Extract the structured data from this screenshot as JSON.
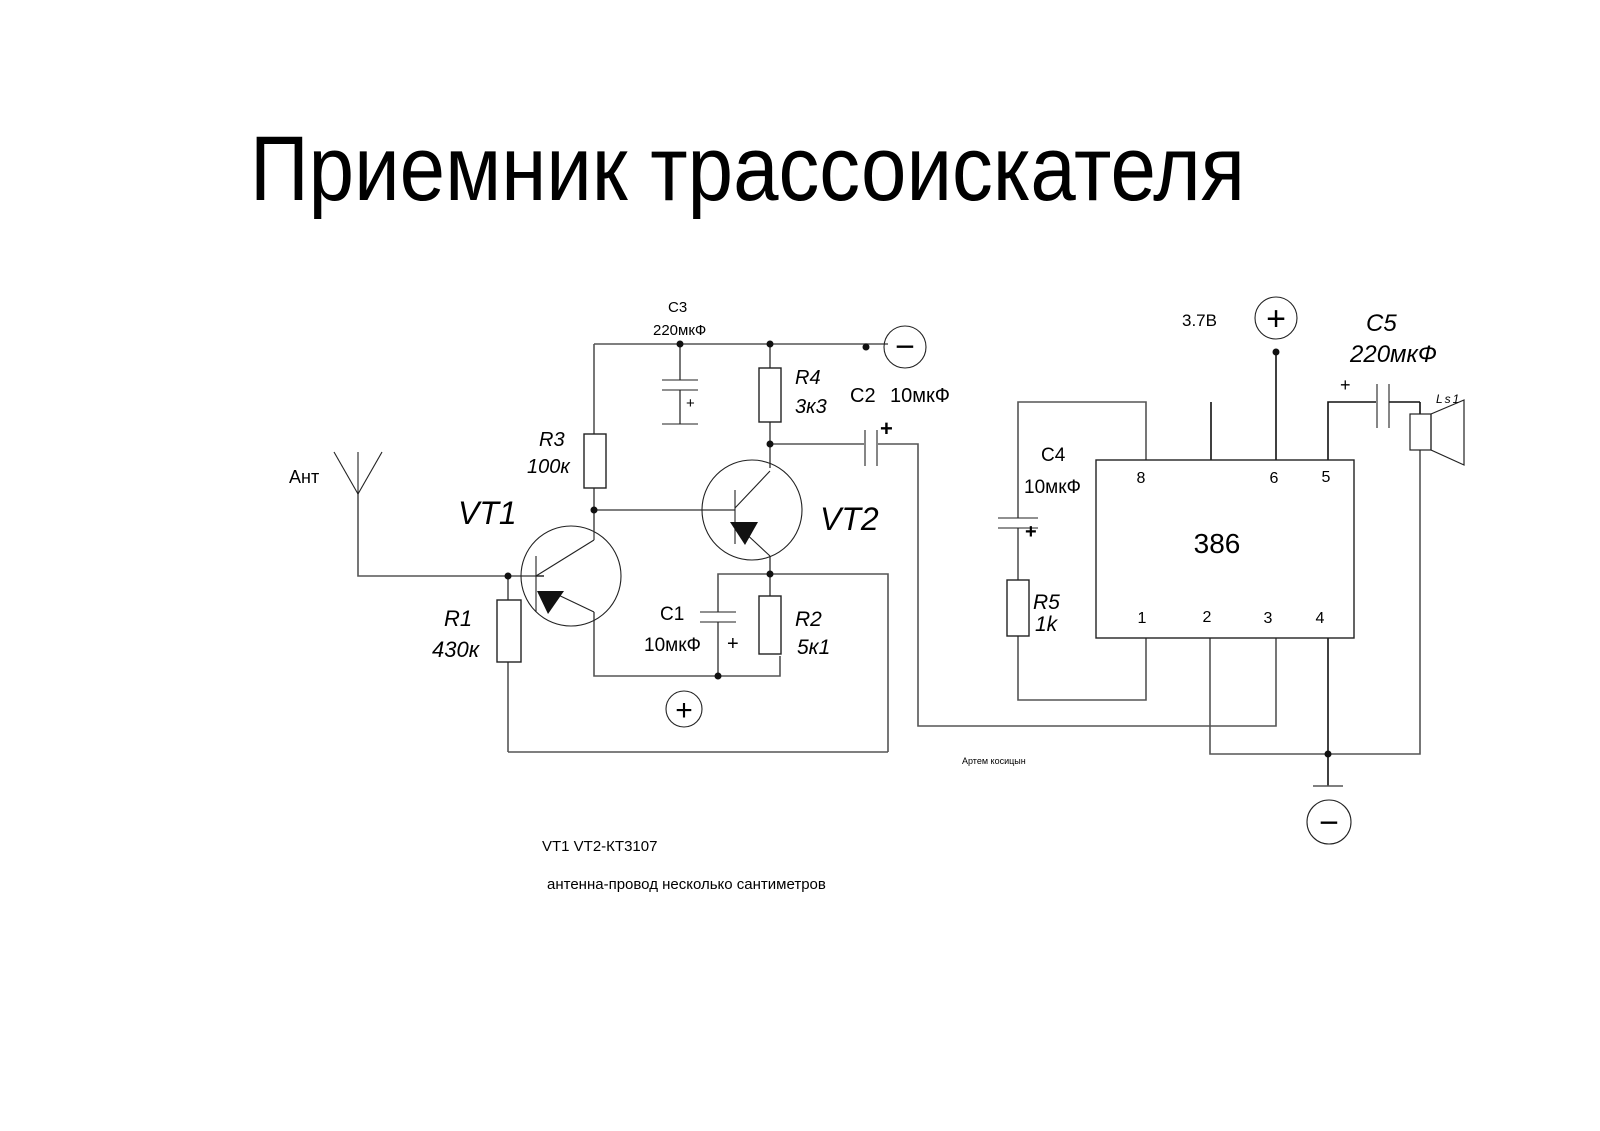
{
  "title": "Приемник трассоискателя",
  "components": {
    "antenna": {
      "label": "Ант"
    },
    "vt1": {
      "label": "VT1"
    },
    "vt2": {
      "label": "VT2"
    },
    "r1": {
      "name": "R1",
      "value": "430к"
    },
    "r2": {
      "name": "R2",
      "value": "5к1"
    },
    "r3": {
      "name": "R3",
      "value": "100к"
    },
    "r4": {
      "name": "R4",
      "value": "3к3"
    },
    "r5": {
      "name": "R5",
      "value": "1k"
    },
    "c1": {
      "name": "C1",
      "value": "10мкФ"
    },
    "c2": {
      "name": "C2",
      "value": "10мкФ"
    },
    "c3": {
      "name": "C3",
      "value": "220мкФ"
    },
    "c4": {
      "name": "C4",
      "value": "10мкФ"
    },
    "c5": {
      "name": "C5",
      "value": "220мкФ"
    },
    "speaker": {
      "label": "Ls1"
    },
    "ic": {
      "label": "386",
      "pins_top": [
        "8",
        "6",
        "5"
      ],
      "pins_bottom": [
        "1",
        "2",
        "3",
        "4"
      ]
    }
  },
  "power": {
    "supply_voltage": "3.7В",
    "plus_symbol": "+",
    "minus_symbol": "−",
    "cap_plus": "+"
  },
  "notes": {
    "author": "Артем косицын",
    "transistors": "VT1 VT2-КТ3107",
    "antenna_note": "антенна-провод несколько сантиметров"
  }
}
